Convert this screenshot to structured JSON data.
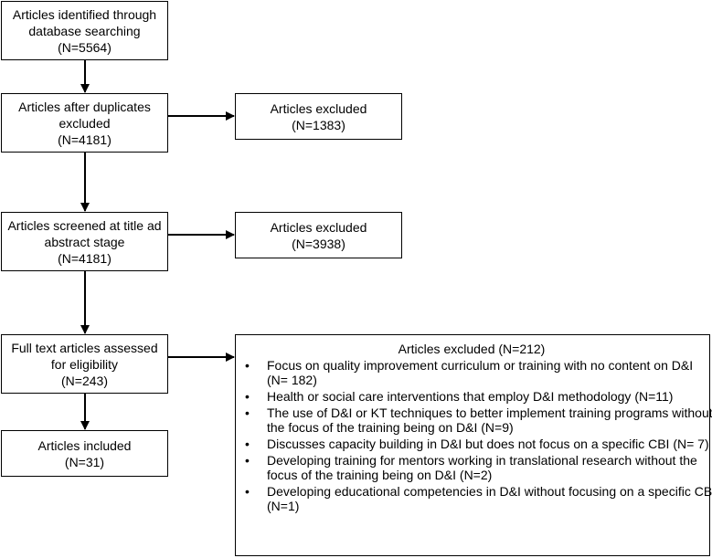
{
  "boxes": {
    "identified": {
      "lines": [
        "Articles identified through",
        "database searching",
        "(N=5564)"
      ]
    },
    "after_duplicates": {
      "lines": [
        "Articles after duplicates",
        "excluded",
        "(N=4181)"
      ]
    },
    "screened": {
      "lines": [
        "Articles screened at title ad",
        "abstract stage",
        "(N=4181)"
      ]
    },
    "full_text": {
      "lines": [
        "Full text articles assessed",
        "for eligibility",
        "(N=243)"
      ]
    },
    "included": {
      "lines": [
        "Articles included",
        "(N=31)"
      ]
    }
  },
  "excluded": {
    "duplicates": {
      "lines": [
        "Articles excluded",
        "(N=1383)"
      ]
    },
    "screening": {
      "lines": [
        "Articles excluded",
        "(N=3938)"
      ]
    },
    "full_text": {
      "title": "Articles excluded (N=212)",
      "bullet": "•",
      "reasons": [
        {
          "lines": [
            "Focus on quality improvement curriculum or training with no content on D&I",
            "(N= 182)"
          ]
        },
        {
          "lines": [
            "Health or social care interventions that employ D&I methodology (N=11)"
          ]
        },
        {
          "lines": [
            "The use of D&I or KT techniques to better implement training programs without",
            "the focus of the training being on D&I (N=9)"
          ]
        },
        {
          "lines": [
            "Discusses capacity building in D&I but does not focus on a specific CBI (N= 7)"
          ]
        },
        {
          "lines": [
            "Developing training for mentors working in translational research without the",
            "focus of the training being on D&I (N=2)"
          ]
        },
        {
          "lines": [
            "Developing educational competencies in D&I without focusing on a specific CBI",
            "(N=1)"
          ]
        }
      ]
    }
  }
}
